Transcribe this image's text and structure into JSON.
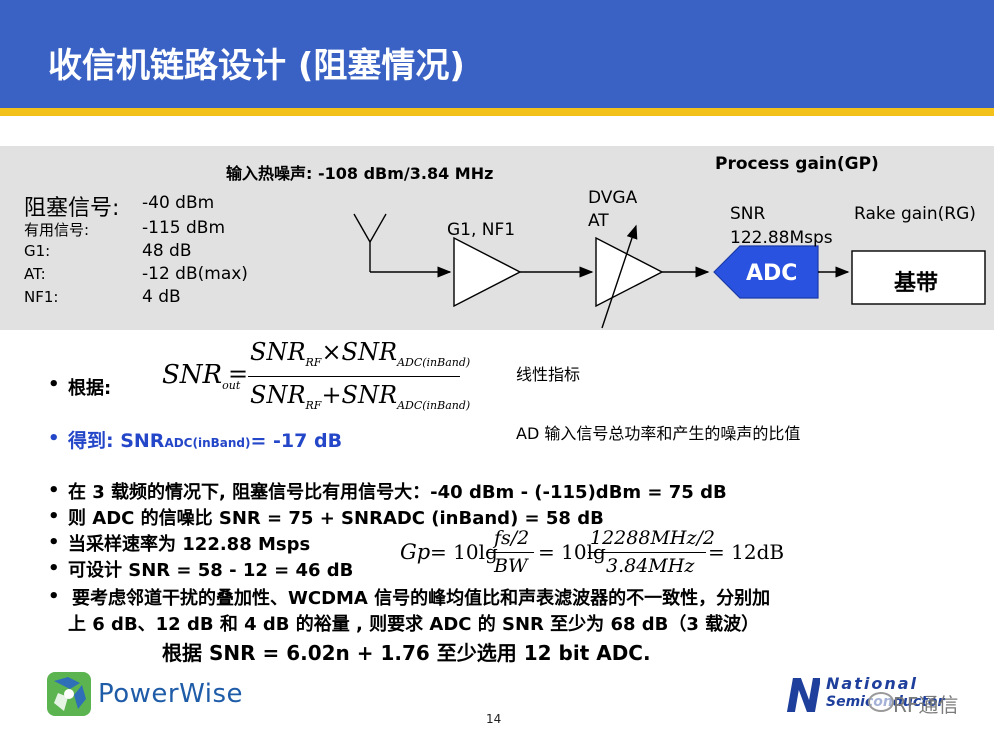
{
  "slide": {
    "title": "收信机链路设计 (阻塞情况)",
    "page_number": "14"
  },
  "diagram": {
    "input_noise": "输入热噪声: -108 dBm/3.84 MHz",
    "process_gain": "Process gain(GP)",
    "params": [
      {
        "label": "阻塞信号:",
        "value": "-40 dBm"
      },
      {
        "label": "有用信号:",
        "value": "-115 dBm"
      },
      {
        "label": "G1:",
        "value": "48 dB"
      },
      {
        "label": "AT:",
        "value": "-12 dB(max)"
      },
      {
        "label": "NF1:",
        "value": "4 dB"
      }
    ],
    "g1_label": "G1, NF1",
    "dvga_label": "DVGA",
    "at_label": "AT",
    "snr_label": "SNR",
    "rate_label": "122.88Msps",
    "adc_label": "ADC",
    "rake_label": "Rake gain(RG)",
    "baseband_label": "基带"
  },
  "content": {
    "basis_label": "根据:",
    "formula1": {
      "lhs": "SNR",
      "lhs_sub": "out",
      "num_a": "SNR",
      "num_a_sub": "RF",
      "op_num": "×",
      "num_b": "SNR",
      "num_b_sub": "ADC(inBand)",
      "den_a": "SNR",
      "den_a_sub": "RF",
      "op_den": "+",
      "den_b": "SNR",
      "den_b_sub": "ADC(inBand)"
    },
    "linear_note": "线性指标",
    "result_prefix": "得到: SNR",
    "result_sub": "ADC(inBand)",
    "result_value": "=  -17 dB",
    "ad_note": "AD 输入信号总功率和产生的噪声的比值",
    "bullets": [
      "在 3 载频的情况下, 阻塞信号比有用信号大：-40 dBm - (-115)dBm = 75 dB",
      "则 ADC 的信噪比 SNR = 75 + SNRADC (inBand) = 58 dB",
      "当采样速率为 122.88 Msps",
      "可设计 SNR = 58 - 12 = 46 dB"
    ],
    "bullet5_line1": "要考虑邻道干扰的叠加性、WCDMA 信号的峰均值比和声表滤波器的不一致性，分别加",
    "bullet5_line2": "上 6 dB、12 dB 和 4 dB 的裕量 , 则要求 ADC 的 SNR 至少为 68 dB（3 载波）",
    "conclusion": "根据 SNR = 6.02n + 1.76 至少选用 12 bit ADC.",
    "formula2": {
      "lhs": "Gp",
      "eq1": "= 10lg",
      "f1_num": "fs/2",
      "f1_den": "BW",
      "eq2": "= 10lg",
      "f2_num": "12288MHz/2",
      "f2_den": "3.84MHz",
      "eq3": "= 12dB"
    }
  },
  "footer": {
    "logo_text": "PowerWise",
    "ns_text1": "National",
    "ns_text2": "Semiconductor",
    "watermark": "RF通信"
  },
  "colors": {
    "header": "#3a62c5",
    "stripe": "#f2c21b",
    "adc": "#2a52e0",
    "result": "#2446c8"
  }
}
